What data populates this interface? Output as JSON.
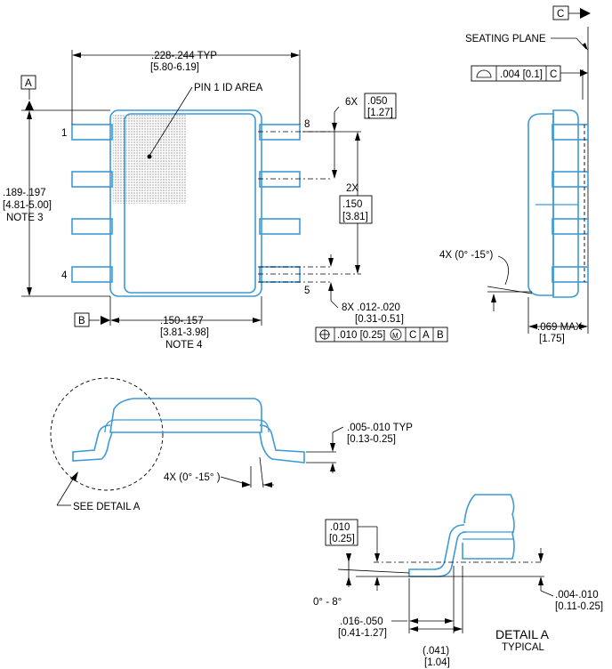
{
  "top_view": {
    "width_dim": ".228-.244  TYP",
    "width_dim_mm": "[5.80-6.19]",
    "pin1_label": "PIN 1 ID AREA",
    "length_dim": ".189-.197",
    "length_dim_mm": "[4.81-5.00]",
    "length_note": "NOTE 3",
    "body_width_dim": ".150-.157",
    "body_width_dim_mm": "[3.81-3.98]",
    "body_width_note": "NOTE 4",
    "pin_1": "1",
    "pin_4": "4",
    "pin_5": "5",
    "pin_8": "8",
    "pitch_count": "6X",
    "pitch_val": ".050",
    "pitch_mm": "[1.27]",
    "row_count": "2X",
    "row_val": ".150",
    "row_mm": "[3.81]",
    "lead_width": "8X .012-.020",
    "lead_width_mm": "[0.31-0.51]",
    "fcf_position": ".010 [0.25]",
    "fcf_mmc": "M",
    "fcf_c": "C",
    "fcf_a": "A",
    "fcf_b": "B",
    "datum_a": "A",
    "datum_b": "B"
  },
  "side_view": {
    "datum_c": "C",
    "seating_plane": "SEATING PLANE",
    "flatness_val": ".004 [0.1]",
    "flatness_ref": "C",
    "angle": "4X (0° -15°)",
    "height": ".069 MAX",
    "height_mm": "[1.75]"
  },
  "end_view": {
    "thickness": ".005-.010  TYP",
    "thickness_mm": "[0.13-0.25]",
    "angle": "4X (0° -15° )",
    "see_detail": "SEE DETAIL A"
  },
  "detail_a": {
    "gauge_val": ".010",
    "gauge_mm": "[0.25]",
    "angle": "0° - 8°",
    "foot_len": ".016-.050",
    "foot_len_mm": "[0.41-1.27]",
    "foot_ref": "(.041)",
    "foot_ref_mm": "[1.04]",
    "standoff": ".004-.010",
    "standoff_mm": "[0.11-0.25]",
    "title": "DETAIL A",
    "subtitle": "TYPICAL"
  }
}
